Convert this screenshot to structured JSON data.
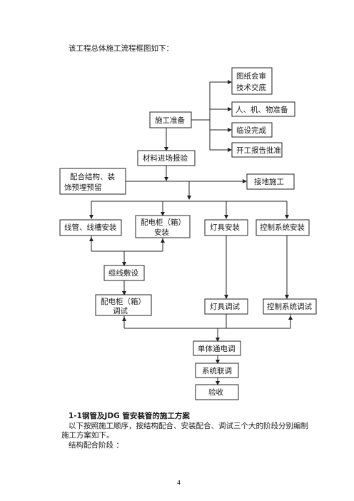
{
  "intro": "该工程总体施工流程框图如下：",
  "flow": {
    "drawings_1": "图纸会审",
    "drawings_2": "技术交底",
    "people": "人、机、物准备",
    "temp": "临设完成",
    "report": "开工报告批准",
    "prep": "施工准备",
    "material": "材料进场报验",
    "structure_1": "配合结构、装",
    "structure_2": "饰预埋预留",
    "grounding": "接地施工",
    "conduit": "线管、线槽安装",
    "cabinet_install_1": "配电柜（箱）",
    "cabinet_install_2": "安装",
    "lamp_install": "灯具安装",
    "control_install": "控制系统安装",
    "cable": "缆线敷设",
    "cabinet_test_1": "配电柜（箱）",
    "cabinet_test_2": "调试",
    "lamp_test": "灯具调试",
    "control_test": "控制系统调试",
    "single_power": "单体通电调",
    "system_joint": "系统联调",
    "acceptance": "验收"
  },
  "section_title": "1-1钢管及JDG 管安装管的施工方案",
  "para1": "以下按照施工顺序，按结构配合、安装配合、调试三个大的阶段分别编制施工方案如下。",
  "para2": "结构配合阶段 ：",
  "page_number": "4"
}
